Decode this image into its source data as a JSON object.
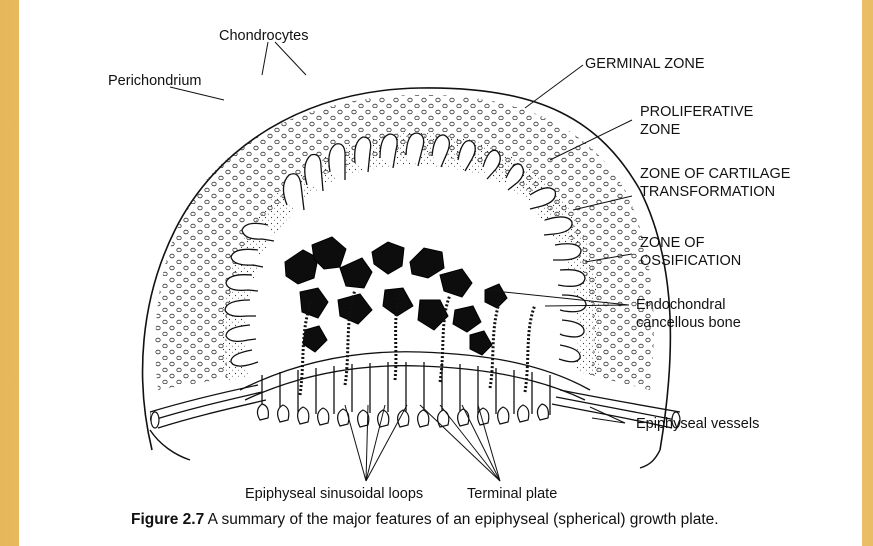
{
  "figure": {
    "labels": {
      "chondrocytes": "Chondrocytes",
      "perichondrium": "Perichondrium",
      "germinal_zone": "GERMINAL ZONE",
      "proliferative_1": "PROLIFERATIVE",
      "proliferative_2": "ZONE",
      "transformation_1": "ZONE OF CARTILAGE",
      "transformation_2": "TRANSFORMATION",
      "ossification_1": "ZONE OF",
      "ossification_2": "OSSIFICATION",
      "endochondral_1": "Endochondral",
      "endochondral_2": "cancellous bone",
      "vessels": "Epiphyseal vessels",
      "sinusoidal": "Epiphyseal sinusoidal loops",
      "terminal": "Terminal plate"
    },
    "caption": {
      "number": "Figure 2.7",
      "text": " A summary of the major features of an epiphyseal (spherical) growth plate."
    }
  }
}
